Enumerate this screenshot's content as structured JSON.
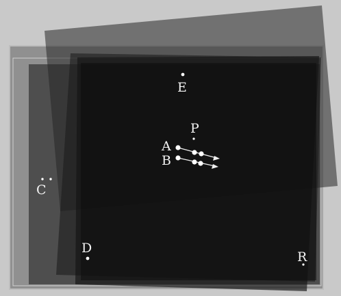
{
  "labels": {
    "A": "A",
    "B": "B",
    "C": "C",
    "D": "D",
    "E": "E",
    "P": "P",
    "R": "R"
  },
  "colors": {
    "background": "#c9c9c9",
    "frame_border": "#bdbdbd",
    "marker_fill": "#ffffff",
    "arrow_stroke": "#eeeeee",
    "label_fill": "#f2f2f2"
  }
}
